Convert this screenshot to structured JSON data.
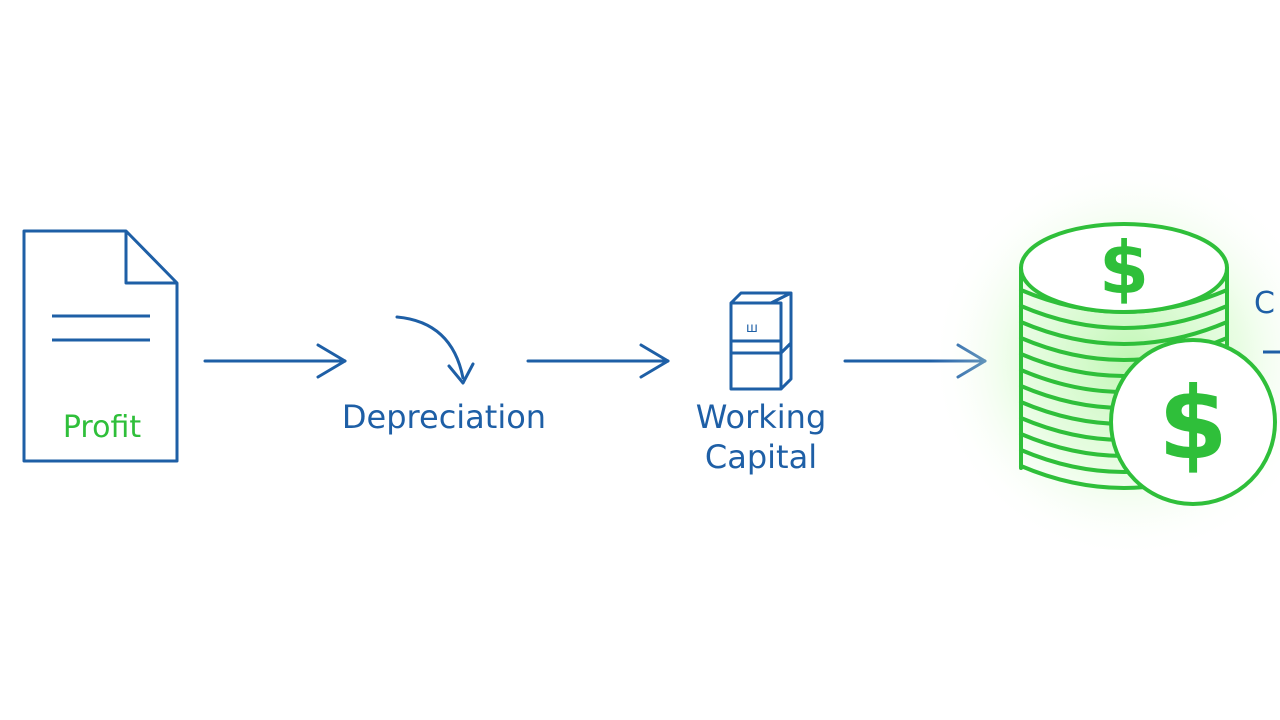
{
  "diagram": {
    "steps": [
      {
        "id": "profit",
        "label": "Profit",
        "icon": "document-icon"
      },
      {
        "id": "depreciation",
        "label": "Depreciation",
        "icon": "curved-arrow-icon"
      },
      {
        "id": "working-capital",
        "label_line1": "Working",
        "label_line2": "Capital",
        "icon": "box-stack-icon"
      },
      {
        "id": "cash",
        "icon": "coin-stack-icon",
        "partial_label": "C"
      }
    ],
    "colors": {
      "blue": "#1e5fa6",
      "green": "#2fbf3a",
      "green_glow": "#b6f5a8"
    }
  }
}
